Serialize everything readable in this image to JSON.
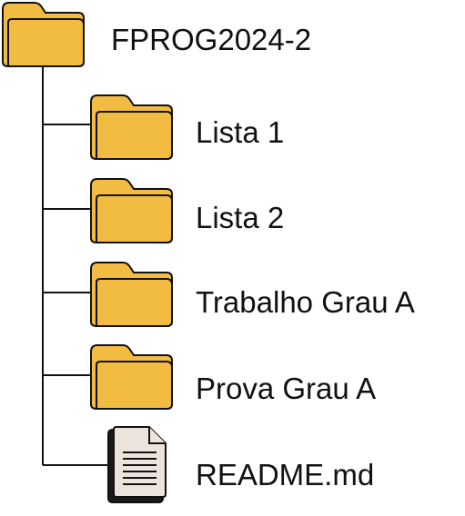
{
  "root": {
    "name": "FPROG2024-2",
    "icon": "folder-icon"
  },
  "children": [
    {
      "name": "Lista 1",
      "icon": "folder-icon"
    },
    {
      "name": "Lista 2",
      "icon": "folder-icon"
    },
    {
      "name": "Trabalho Grau A",
      "icon": "folder-icon"
    },
    {
      "name": "Prova Grau A",
      "icon": "folder-icon"
    },
    {
      "name": "README.md",
      "icon": "file-icon"
    }
  ],
  "colors": {
    "folder_fill": "#f2bc42",
    "outline": "#111111",
    "file_fill": "#ece4dc",
    "file_shadow": "#1a1a1a",
    "connector": "#111111"
  }
}
